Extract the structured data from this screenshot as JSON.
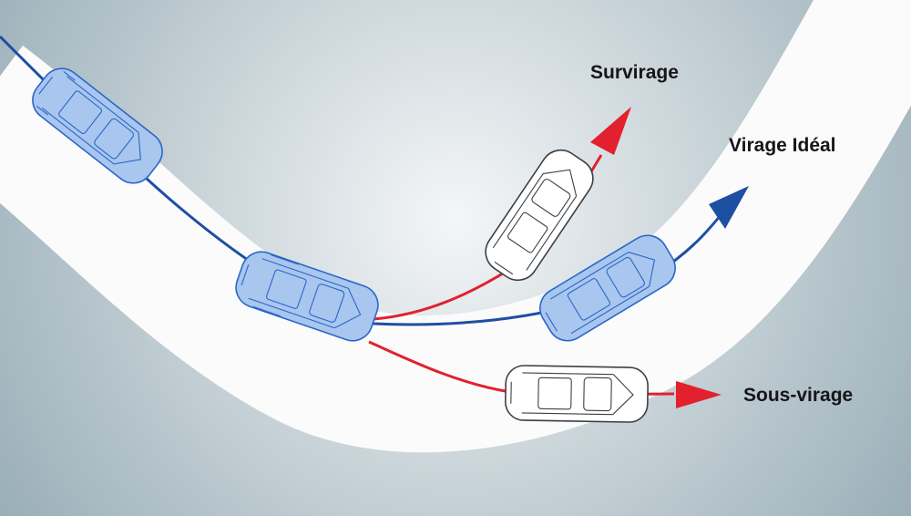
{
  "labels": {
    "oversteer": "Survirage",
    "ideal": "Virage Idéal",
    "understeer": "Sous-virage"
  },
  "colors": {
    "background_center": "#f4f6f7",
    "background_edge": "#93a9b3",
    "road": "#fbfbfb",
    "road_edge": "#5d6673",
    "ideal_path": "#1d4fa3",
    "deviation_path": "#e2202e",
    "highlighted_car_fill": "#a9c6ee",
    "highlighted_car_stroke": "#2a66c9",
    "plain_car_fill": "#ffffff",
    "plain_car_stroke": "#3c3f46"
  }
}
